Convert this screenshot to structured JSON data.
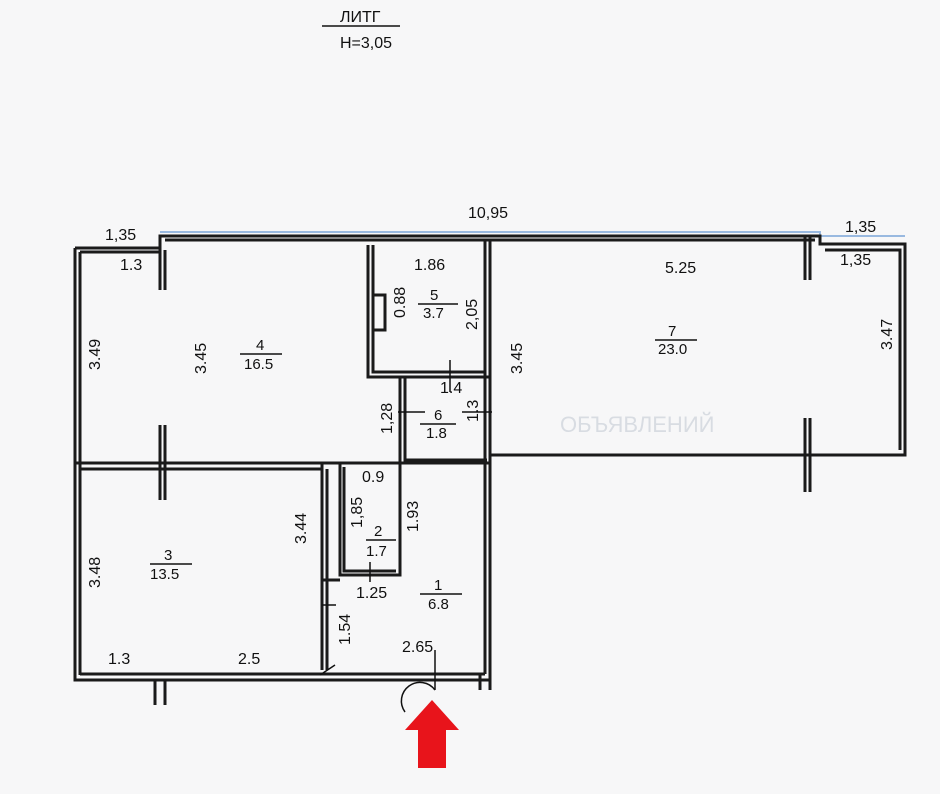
{
  "header": {
    "title": "ЛИТГ",
    "height": "Н=3,05"
  },
  "watermark": "ОБЪЯВЛЕНИЙ",
  "dimensions": {
    "top_total": "10,95",
    "top_left": "1,35",
    "left_top_inner": "1.3",
    "right_top": "1,35",
    "right_top_inner": "1,35",
    "right_height": "3.47",
    "left_height_upper": "3.49",
    "left_height_lower": "3.48",
    "bottom_left": "1.3",
    "bottom_mid": "2.5",
    "bottom_entry": "2.65",
    "room4_height": "3.45",
    "room5_width": "1.86",
    "room5_niche": "0.88",
    "room5_height": "2,05",
    "room6_width": "1.4",
    "room6_left": "1,28",
    "room6_right": "1.3",
    "room7_width": "5.25",
    "room7_left": "3.45",
    "room3_height": "3.44",
    "room2_width": "0.9",
    "room2_height": "1,85",
    "room2_bottom": "1.25",
    "room1_height": "1.93",
    "room1_left": "1.54"
  },
  "rooms": [
    {
      "number": "1",
      "area": "6.8"
    },
    {
      "number": "2",
      "area": "1.7"
    },
    {
      "number": "3",
      "area": "13.5"
    },
    {
      "number": "4",
      "area": "16.5"
    },
    {
      "number": "5",
      "area": "3.7"
    },
    {
      "number": "6",
      "area": "1.8"
    },
    {
      "number": "7",
      "area": "23.0"
    }
  ],
  "colors": {
    "entrance_arrow": "#e8141b",
    "walls": "#1a1a1a"
  }
}
